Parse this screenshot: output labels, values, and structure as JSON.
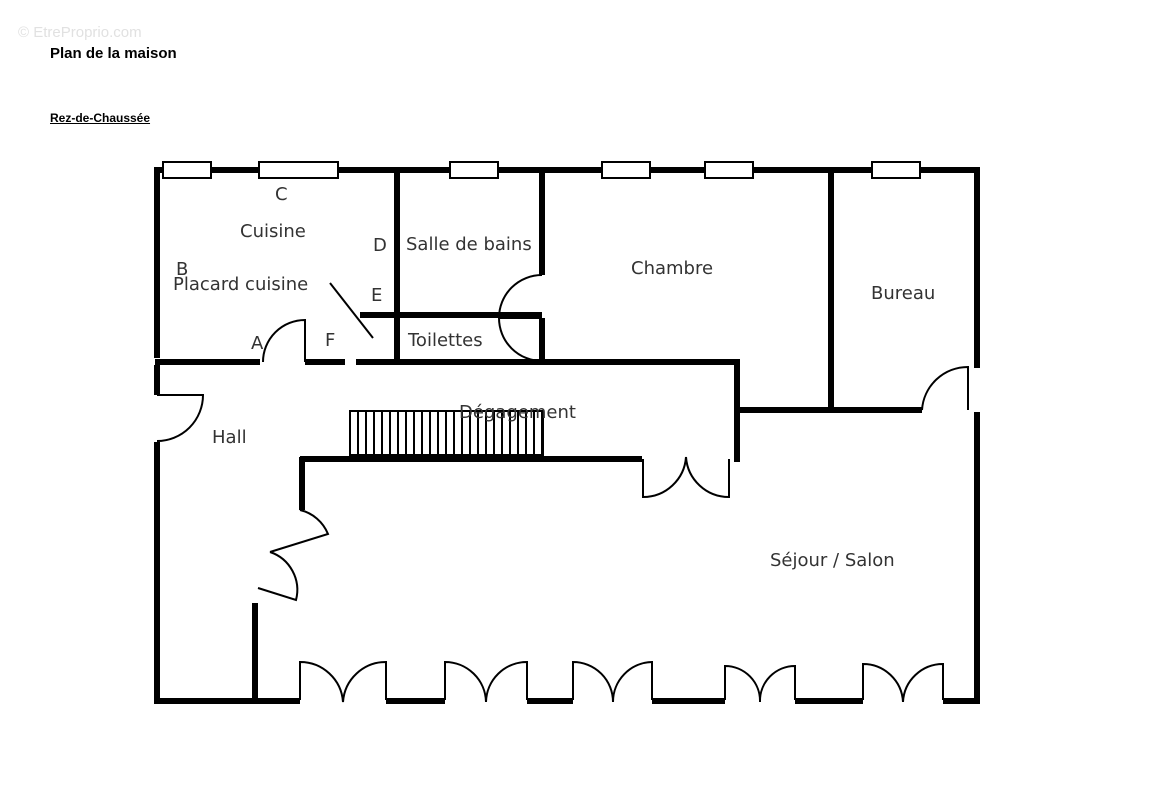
{
  "watermark": "© EtreProprio.com",
  "title": "Plan de la maison",
  "subtitle": "Rez-de-Chaussée",
  "rooms": {
    "cuisine": "Cuisine",
    "placard_cuisine": "Placard cuisine",
    "salle_de_bains": "Salle de bains",
    "chambre": "Chambre",
    "bureau": "Bureau",
    "toilettes": "Toilettes",
    "degagement": "Dégagement",
    "hall": "Hall",
    "sejour_salon": "Séjour / Salon"
  },
  "markers": {
    "a": "A",
    "b": "B",
    "c": "C",
    "d": "D",
    "e": "E",
    "f": "F"
  }
}
